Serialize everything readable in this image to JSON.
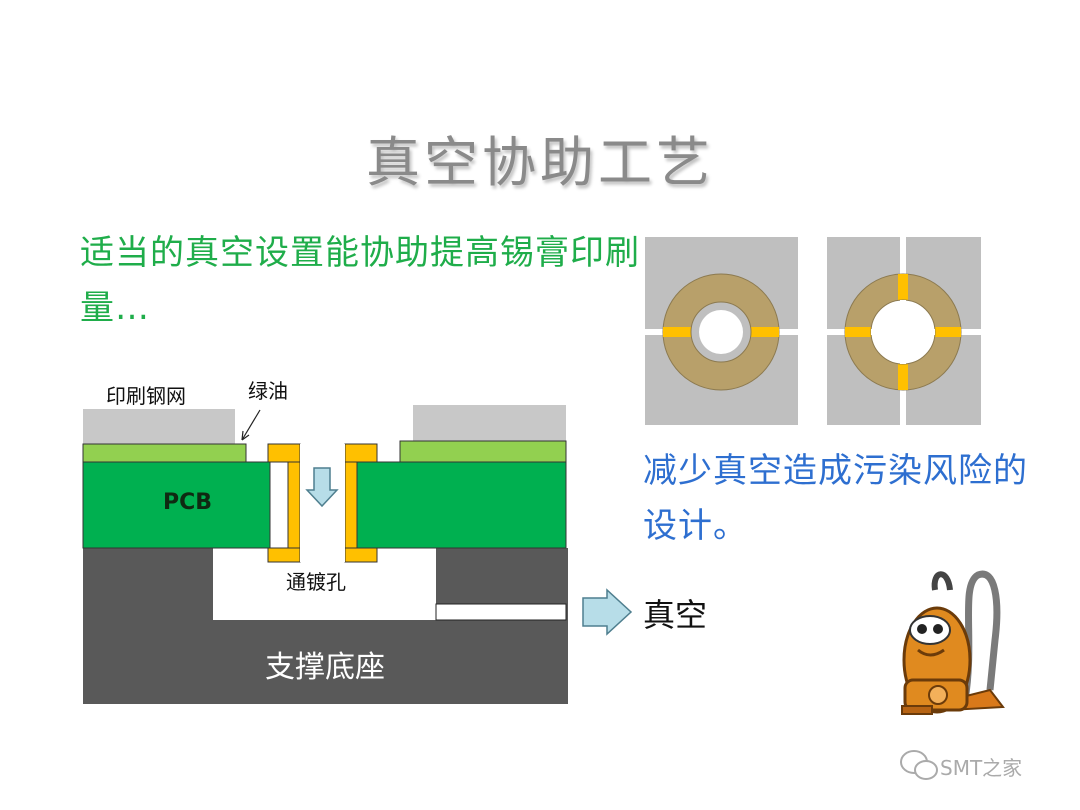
{
  "title": "真空协助工艺",
  "green_text": "适当的真空设置能协助提高锡膏印刷量…",
  "blue_text": "减少真空造成污染风险的设计。",
  "labels": {
    "stencil": "印刷钢网",
    "solder_mask": "绿油",
    "pcb": "PCB",
    "via": "通镀孔",
    "vacuum": "真空",
    "support_base": "支撑底座"
  },
  "watermark": "SMT之家",
  "colors": {
    "title": "#8a8a8a",
    "green_text": "#1fad4a",
    "blue_text": "#2e6fd0",
    "pcb": "#00b050",
    "solder_mask": "#92d050",
    "stencil": "#c8c8c8",
    "plating": "#ffc000",
    "support_base": "#595959",
    "pad_ring": "#b8a06a"
  }
}
